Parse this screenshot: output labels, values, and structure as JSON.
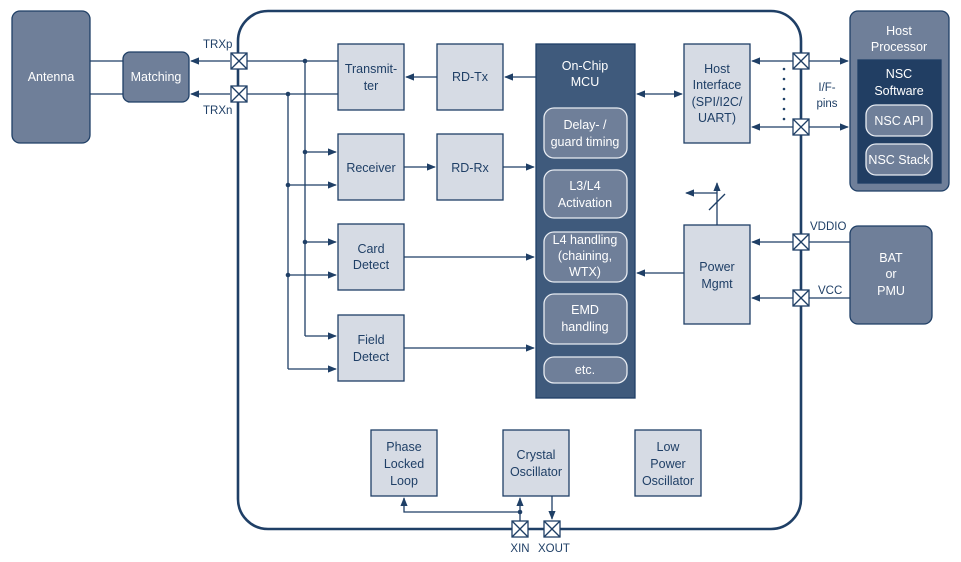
{
  "diagram": {
    "external": {
      "antenna": "Antenna",
      "matching": "Matching",
      "host_processor": [
        "Host",
        "Processor"
      ],
      "nsc_software": [
        "NSC",
        "Software"
      ],
      "nsc_api": "NSC API",
      "nsc_stack": "NSC Stack",
      "bat_pmu": [
        "BAT",
        "or",
        "PMU"
      ]
    },
    "pins": {
      "trxp": "TRXp",
      "trxn": "TRXn",
      "if_pins": [
        "I/F-",
        "pins"
      ],
      "vddio": "VDDIO",
      "vcc": "VCC",
      "xin": "XIN",
      "xout": "XOUT"
    },
    "blocks": {
      "transmitter": [
        "Transmit-",
        "ter"
      ],
      "receiver": "Receiver",
      "card_detect": [
        "Card",
        "Detect"
      ],
      "field_detect": [
        "Field",
        "Detect"
      ],
      "rd_tx": "RD-Tx",
      "rd_rx": "RD-Rx",
      "host_interface": [
        "Host",
        "Interface",
        "(SPI/I2C/",
        "UART)"
      ],
      "power_mgmt": [
        "Power",
        "Mgmt"
      ],
      "pll": [
        "Phase",
        "Locked",
        "Loop"
      ],
      "crystal_osc": [
        "Crystal",
        "Oscillator"
      ],
      "lp_osc": [
        "Low",
        "Power",
        "Oscillator"
      ]
    },
    "mcu": {
      "title": [
        "On-Chip",
        "MCU"
      ],
      "modules": [
        [
          "Delay- /",
          "guard timing"
        ],
        [
          "L3/L4",
          "Activation"
        ],
        [
          "L4 handling",
          "(chaining,",
          "WTX)"
        ],
        [
          "EMD",
          "handling"
        ],
        [
          "etc."
        ]
      ]
    }
  }
}
